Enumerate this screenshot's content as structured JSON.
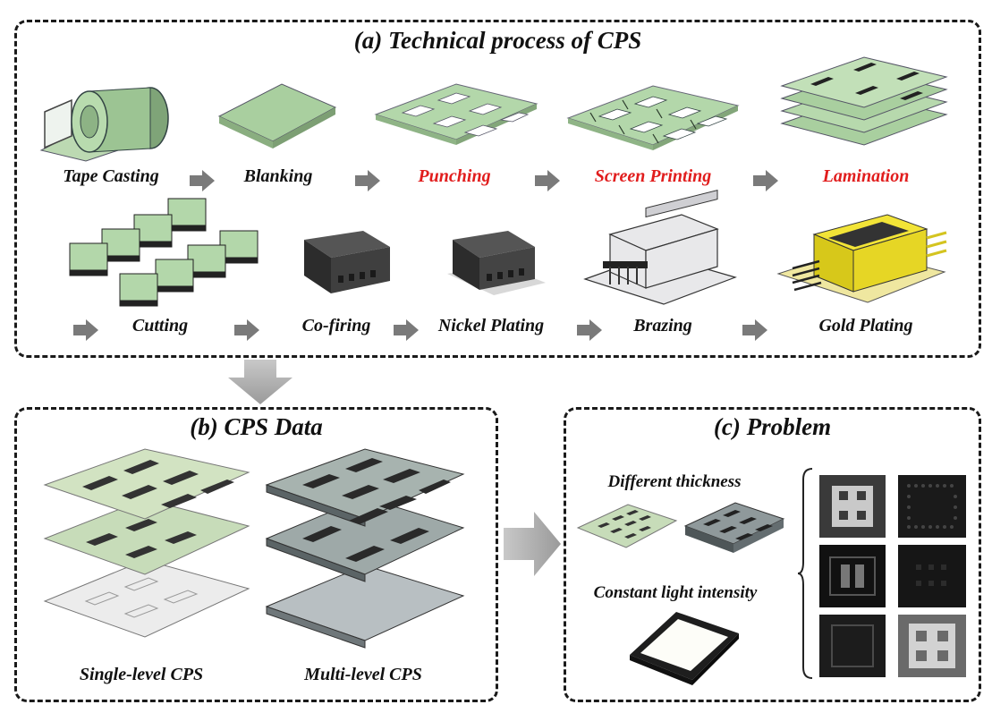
{
  "panel_a": {
    "title": "(a) Technical process of CPS",
    "row1": [
      {
        "label": "Tape Casting",
        "icon": "tape-roll-icon",
        "highlight": false
      },
      {
        "label": "Blanking",
        "icon": "green-sheet-icon",
        "highlight": false
      },
      {
        "label": "Punching",
        "icon": "punched-sheet-icon",
        "highlight": true
      },
      {
        "label": "Screen Printing",
        "icon": "printed-sheet-icon",
        "highlight": true
      },
      {
        "label": "Lamination",
        "icon": "laminated-stack-icon",
        "highlight": true
      }
    ],
    "row2": [
      {
        "label": "Cutting",
        "icon": "cut-pieces-icon"
      },
      {
        "label": "Co-firing",
        "icon": "fired-part-icon"
      },
      {
        "label": "Nickel Plating",
        "icon": "nickel-part-icon"
      },
      {
        "label": "Brazing",
        "icon": "brazed-package-icon"
      },
      {
        "label": "Gold Plating",
        "icon": "gold-package-icon"
      }
    ]
  },
  "panel_b": {
    "title": "(b) CPS Data",
    "items": [
      {
        "label": "Single-level CPS",
        "icon": "single-level-stack-icon"
      },
      {
        "label": "Multi-level CPS",
        "icon": "multi-level-stack-icon"
      }
    ]
  },
  "panel_c": {
    "title": "(c) Problem",
    "thickness_label": "Different thickness",
    "light_label": "Constant light intensity",
    "icons": [
      "thin-green-sheet-icon",
      "thick-dark-sheet-icon",
      "light-panel-icon",
      "sample-grid-icon"
    ]
  },
  "colors": {
    "highlight_red": "#e11d1d",
    "green_ceramic": "#a9cf9f",
    "gold": "#e3d21b",
    "arrow_gray": "#7a7a7a"
  }
}
